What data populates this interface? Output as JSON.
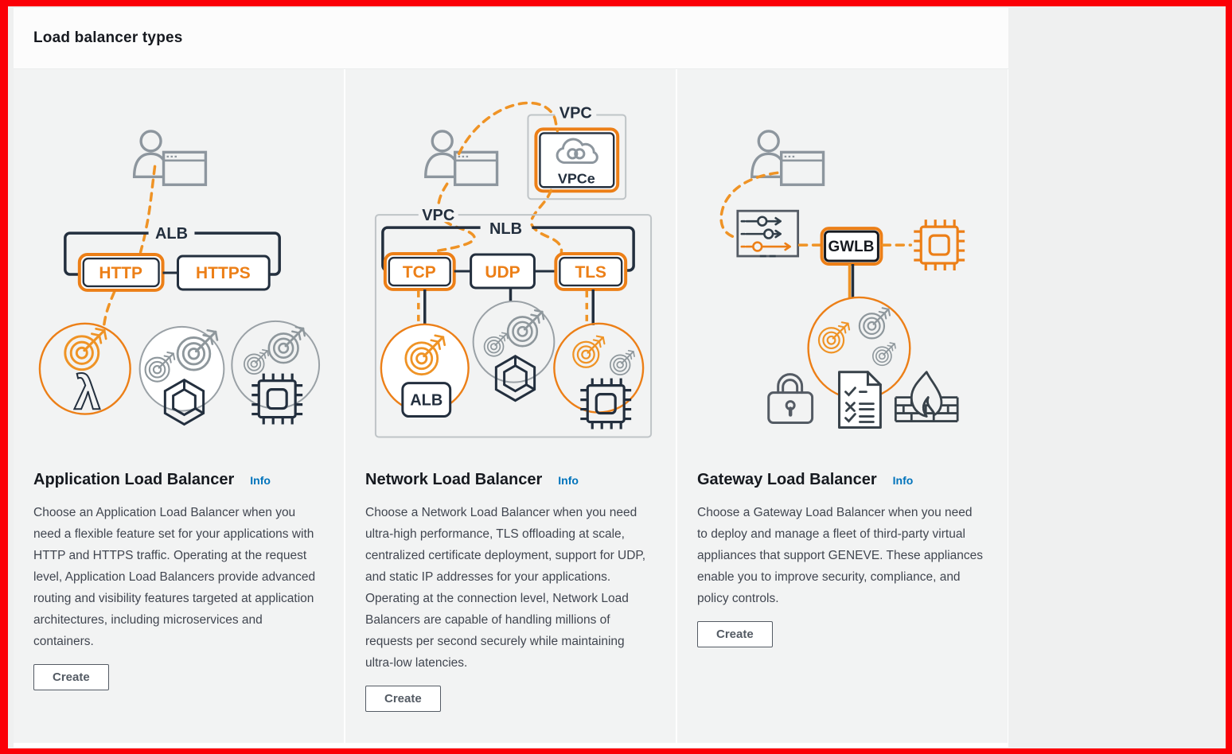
{
  "page": {
    "title": "Load balancer types"
  },
  "colors": {
    "annotation_border": "#fb0007",
    "orange": "#ec7f17",
    "navy": "#232f3e",
    "icon_gray": "#8d969e",
    "security_gray": "#545b64",
    "link_blue": "#0073bb",
    "tile_bg": "#f2f3f3"
  },
  "cards": [
    {
      "title": "Application Load Balancer",
      "info_label": "Info",
      "description": "Choose an Application Load Balancer when you need a flexible feature set for your applications with HTTP and HTTPS traffic. Operating at the request level, Application Load Balancers provide advanced routing and visibility features targeted at application architectures, including microservices and containers.",
      "create_label": "Create",
      "diagram": {
        "group": "ALB",
        "listener1": "HTTP",
        "listener2": "HTTPS"
      }
    },
    {
      "title": "Network Load Balancer",
      "info_label": "Info",
      "description": "Choose a Network Load Balancer when you need ultra-high performance, TLS offloading at scale, centralized certificate deployment, support for UDP, and static IP addresses for your applications. Operating at the connection level, Network Load Balancers are capable of handling millions of requests per second securely while maintaining ultra-low latencies.",
      "create_label": "Create",
      "diagram": {
        "vpc_top": "VPC",
        "vpce": "VPCe",
        "vpc_bottom": "VPC",
        "group": "NLB",
        "listener1": "TCP",
        "listener2": "UDP",
        "listener3": "TLS",
        "target_label": "ALB"
      }
    },
    {
      "title": "Gateway Load Balancer",
      "info_label": "Info",
      "description": "Choose a Gateway Load Balancer when you need to deploy and manage a fleet of third-party virtual appliances that support GENEVE. These appliances enable you to improve security, compliance, and policy controls.",
      "create_label": "Create",
      "diagram": {
        "group": "GWLB"
      }
    }
  ]
}
